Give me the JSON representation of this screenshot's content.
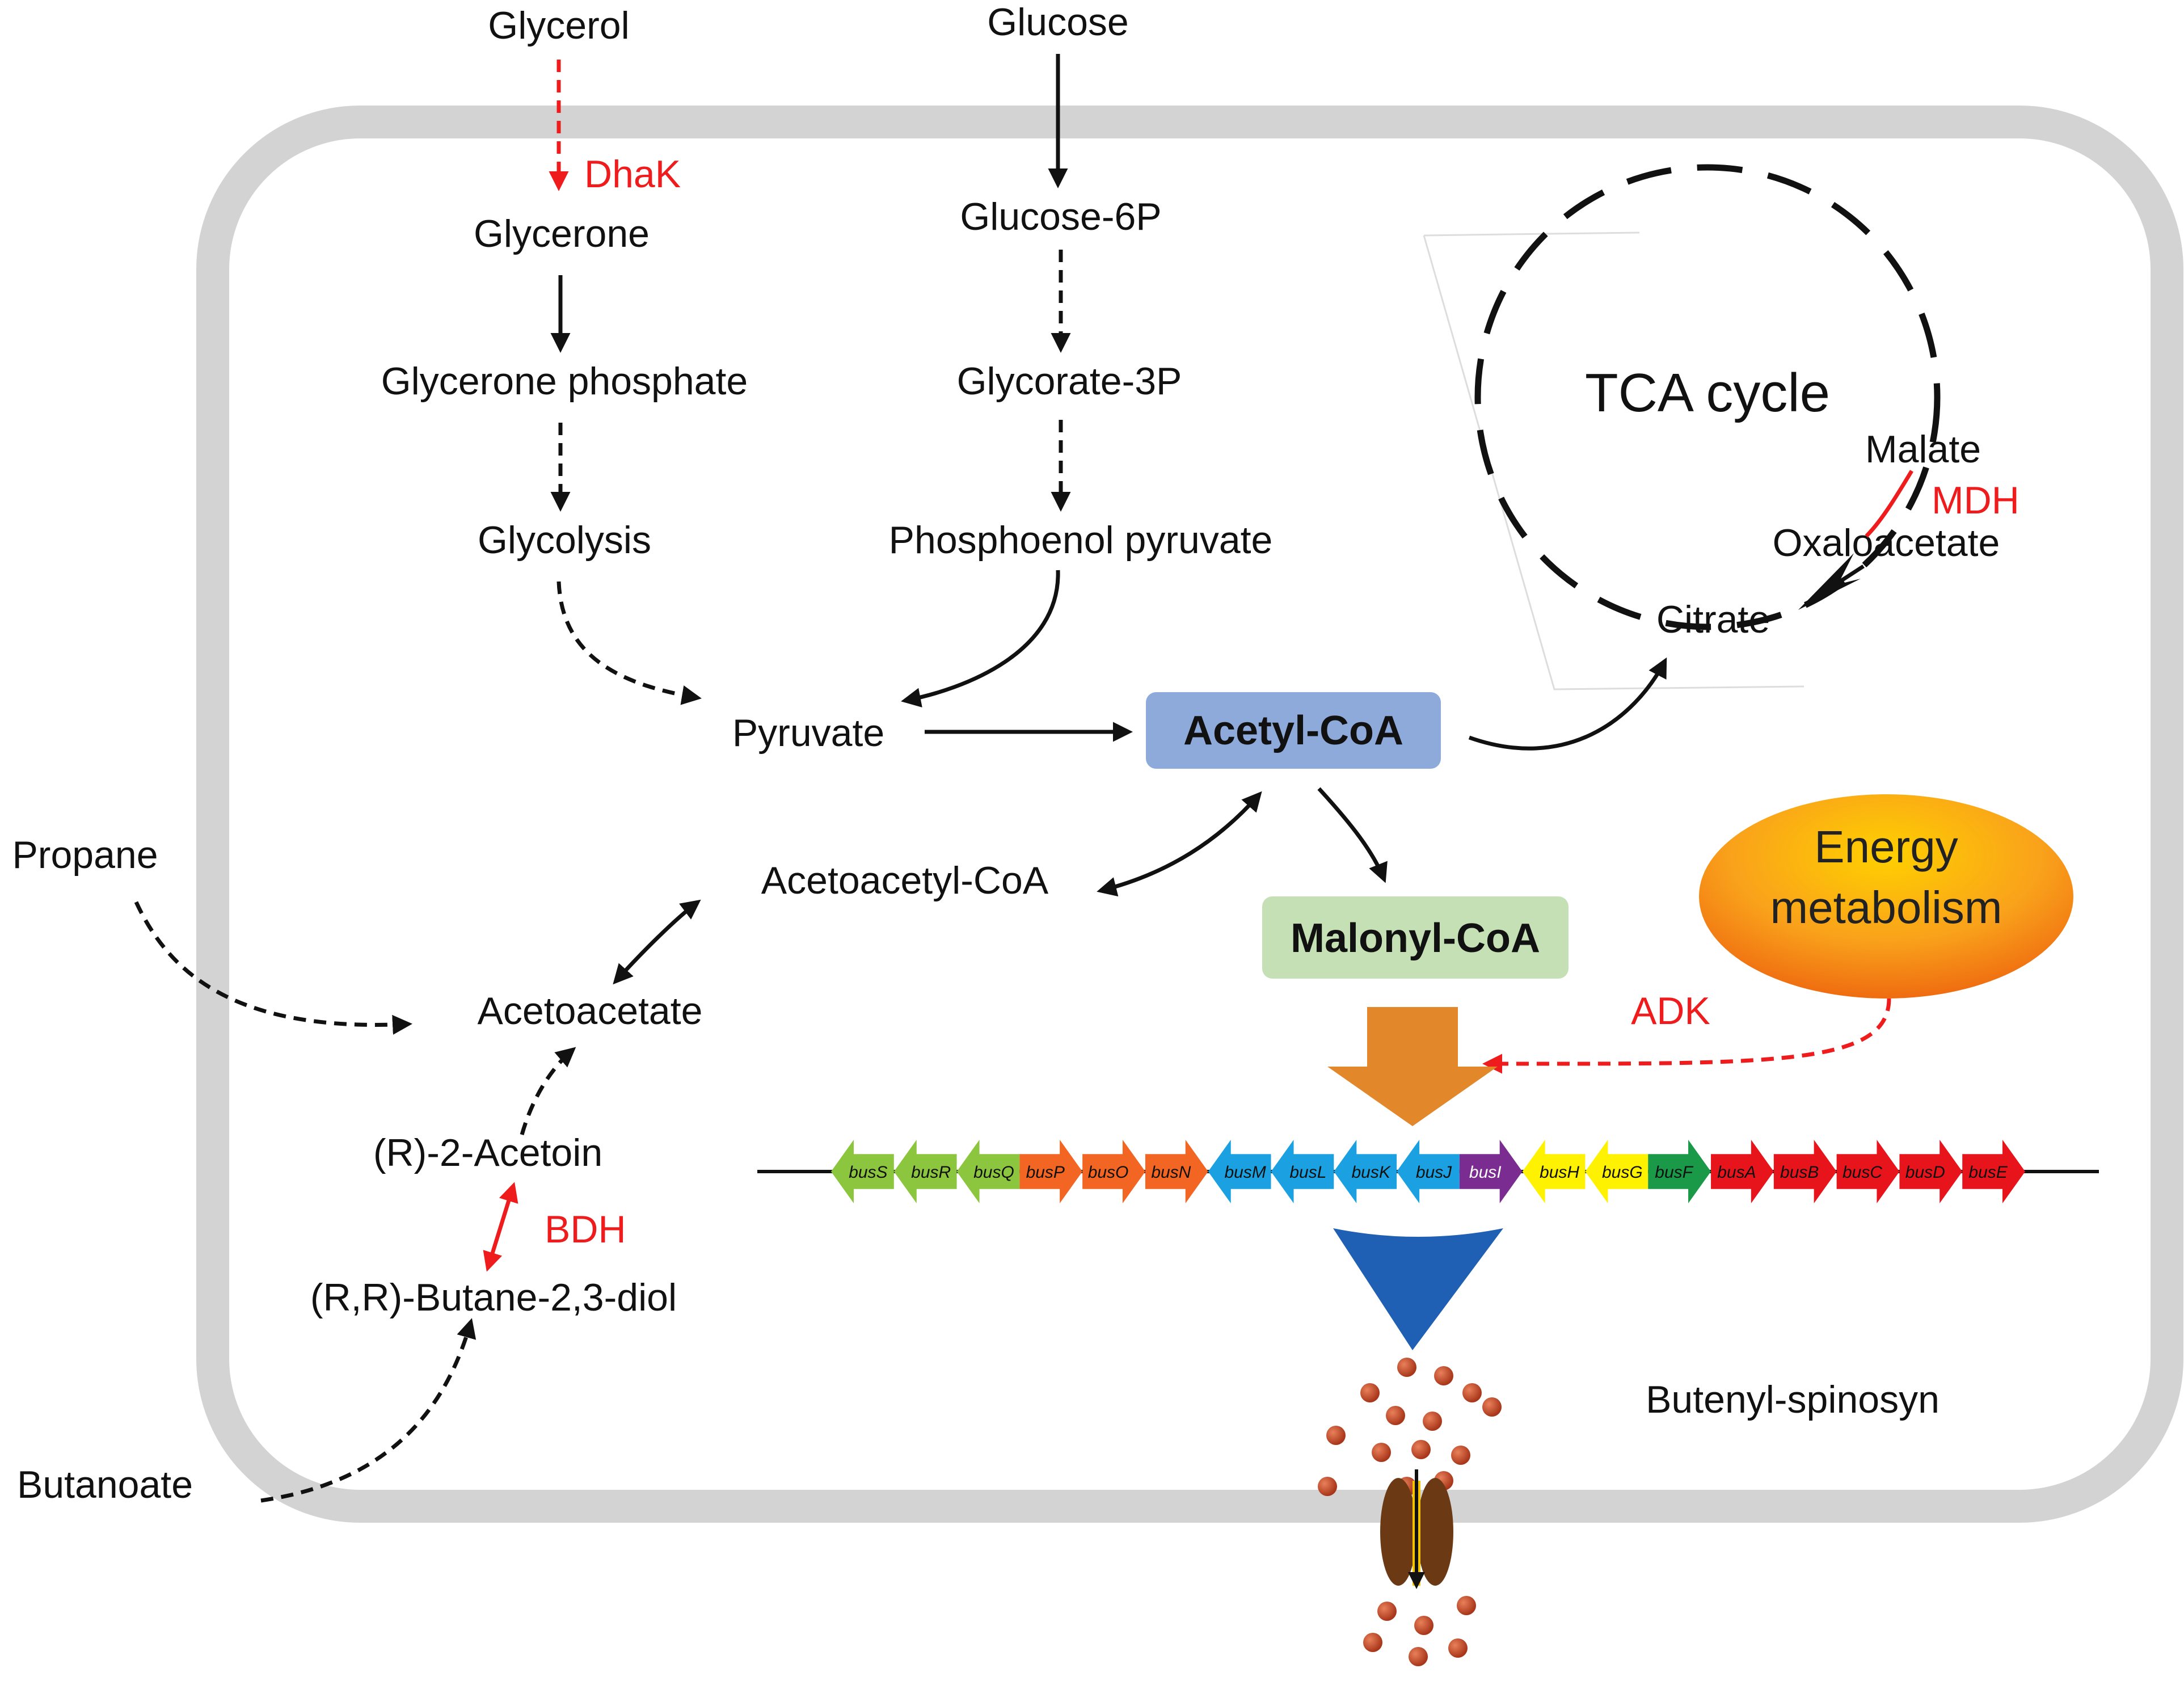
{
  "metabolites": {
    "glycerol": "Glycerol",
    "glucose": "Glucose",
    "glycerone": "Glycerone",
    "glucose_6p": "Glucose-6P",
    "glycerone_phosphate": "Glycerone phosphate",
    "glycorate_3p": "Glycorate-3P",
    "glycolysis": "Glycolysis",
    "phosphoenol_pyruvate": "Phosphoenol pyruvate",
    "pyruvate": "Pyruvate",
    "acetyl_coa": "Acetyl-CoA",
    "acetoacetyl_coa": "Acetoacetyl-CoA",
    "malonyl_coa": "Malonyl-CoA",
    "propane": "Propane",
    "acetoacetate": "Acetoacetate",
    "acetoin": "(R)-2-Acetoin",
    "butanediol": "(R,R)-Butane-2,3-diol",
    "butanoate": "Butanoate",
    "butenyl_spinosyn": "Butenyl-spinosyn"
  },
  "tca": {
    "title": "TCA cycle",
    "malate": "Malate",
    "oxaloacetate": "Oxaloacetate",
    "citrate": "Citrate"
  },
  "enzymes": {
    "dhak": "DhaK",
    "mdh": "MDH",
    "adk": "ADK",
    "bdh": "BDH"
  },
  "energy": {
    "line1": "Energy",
    "line2": "metabolism"
  },
  "genes": [
    {
      "name": "busS",
      "dir": "left",
      "color": "#8cc63f"
    },
    {
      "name": "busR",
      "dir": "left",
      "color": "#8cc63f"
    },
    {
      "name": "busQ",
      "dir": "left",
      "color": "#8cc63f"
    },
    {
      "name": "busP",
      "dir": "right",
      "color": "#f26522"
    },
    {
      "name": "busO",
      "dir": "right",
      "color": "#f26522"
    },
    {
      "name": "busN",
      "dir": "right",
      "color": "#f26522"
    },
    {
      "name": "busM",
      "dir": "left",
      "color": "#1ba1e2"
    },
    {
      "name": "busL",
      "dir": "left",
      "color": "#1ba1e2"
    },
    {
      "name": "busK",
      "dir": "left",
      "color": "#1ba1e2"
    },
    {
      "name": "busJ",
      "dir": "left",
      "color": "#1ba1e2"
    },
    {
      "name": "busI",
      "dir": "right",
      "color": "#7b2c91"
    },
    {
      "name": "busH",
      "dir": "left",
      "color": "#fff200"
    },
    {
      "name": "busG",
      "dir": "left",
      "color": "#fff200"
    },
    {
      "name": "busF",
      "dir": "right",
      "color": "#1a9a48"
    },
    {
      "name": "busA",
      "dir": "right",
      "color": "#e8141c"
    },
    {
      "name": "busB",
      "dir": "right",
      "color": "#e8141c"
    },
    {
      "name": "busC",
      "dir": "right",
      "color": "#e8141c"
    },
    {
      "name": "busD",
      "dir": "right",
      "color": "#e8141c"
    },
    {
      "name": "busE",
      "dir": "right",
      "color": "#e8141c"
    }
  ],
  "colors": {
    "cell_membrane": "#d3d3d3",
    "acetyl_box": "#8eaadb",
    "malonyl_box": "#c5e0b4",
    "enzyme_red": "#ee1c1c",
    "orange_arrow": "#e2872a",
    "blue_arrow": "#1f5fb4",
    "spinosyn_dot": "#c4502b",
    "transporter": "#6b3a14"
  }
}
